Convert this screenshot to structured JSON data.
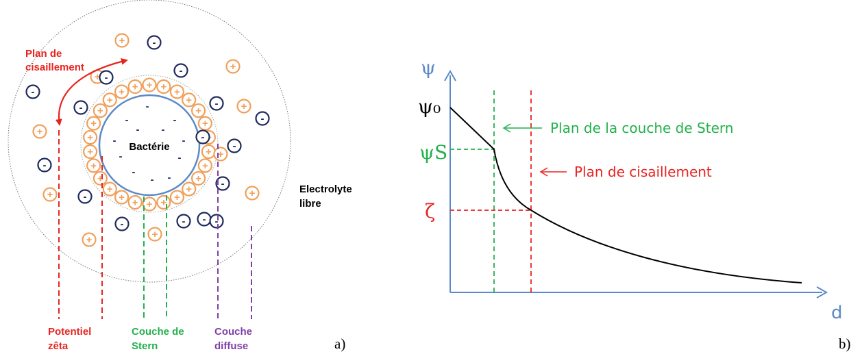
{
  "panel_a": {
    "center_label": "Bactérie",
    "shear_label_line1": "Plan de",
    "shear_label_line2": "cisaillement",
    "electrolyte_line1": "Electrolyte",
    "electrolyte_line2": "libre",
    "zeta_line1": "Potentiel",
    "zeta_line2": "zêta",
    "stern_line1": "Couche de",
    "stern_line2": "Stern",
    "diffuse_line1": "Couche",
    "diffuse_line2": "diffuse",
    "panel_letter": "a)",
    "plus_sign": "+",
    "minus_sign": "-",
    "colors": {
      "cation": "#f0a05a",
      "anion": "#1e2a5a",
      "bacterium_ring": "#5b8ac7",
      "shear": "#e8231f",
      "stern": "#22b14c",
      "diffuse": "#8040a8"
    }
  },
  "panel_b": {
    "y_axis_label": "ψ",
    "x_axis_label": "d",
    "psi0_label": "ψ₀",
    "psis_label": "ψS",
    "zeta_label": "ζ",
    "stern_plane_label": "Plan de la couche de Stern",
    "shear_plane_label": "Plan de cisaillement",
    "panel_letter": "b)",
    "colors": {
      "axis": "#5b8ac7",
      "curve": "#000000",
      "stern": "#22b14c",
      "shear": "#e8231f"
    }
  }
}
